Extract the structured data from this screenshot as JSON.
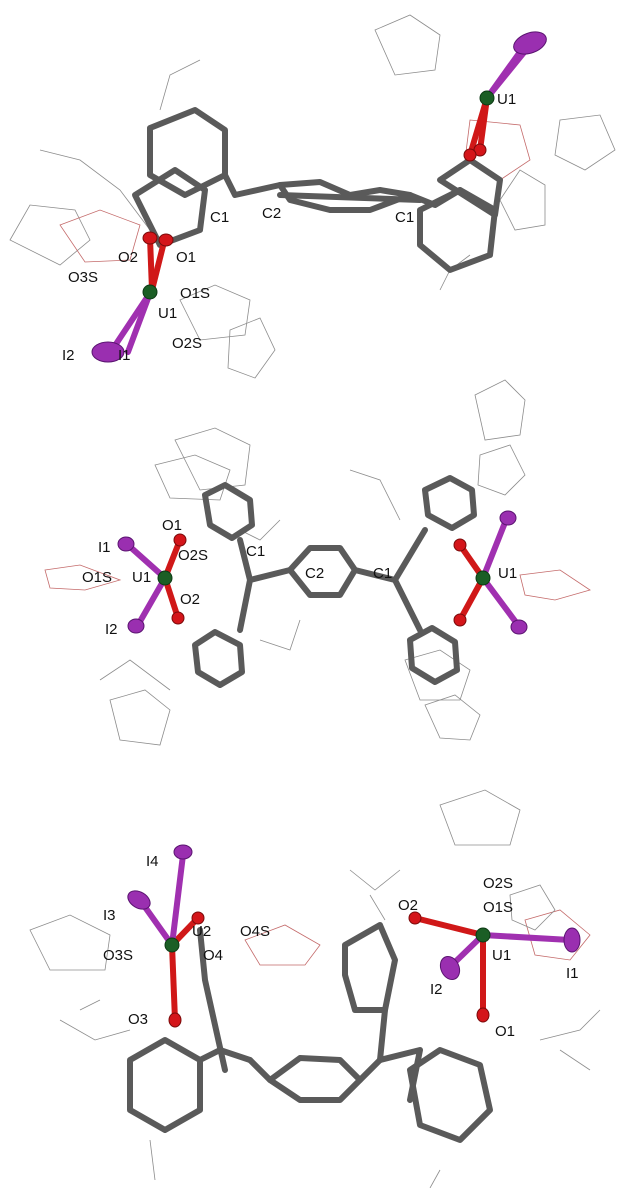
{
  "panels": [
    {
      "labels": {
        "u1_right": "U1",
        "c1_left": "C1",
        "c2": "C2",
        "c1_right": "C1",
        "o2": "O2",
        "o1": "O1",
        "o3s": "O3S",
        "o1s": "O1S",
        "u1_left": "U1",
        "o2s": "O2S",
        "i2": "I2",
        "i1": "I1"
      }
    },
    {
      "labels": {
        "i1": "I1",
        "o1": "O1",
        "o2s": "O2S",
        "c1_left": "C1",
        "c2": "C2",
        "c1_right": "C1",
        "u1_right": "U1",
        "o1s": "O1S",
        "u1_left": "U1",
        "o2": "O2",
        "i2": "I2"
      }
    },
    {
      "labels": {
        "i4": "I4",
        "i3": "I3",
        "u2": "U2",
        "o4s": "O4S",
        "o3s": "O3S",
        "o4": "O4",
        "o3": "O3",
        "o2s": "O2S",
        "o1s": "O1S",
        "o2": "O2",
        "u1": "U1",
        "i1": "I1",
        "i2": "I2",
        "o1": "O1"
      }
    }
  ]
}
